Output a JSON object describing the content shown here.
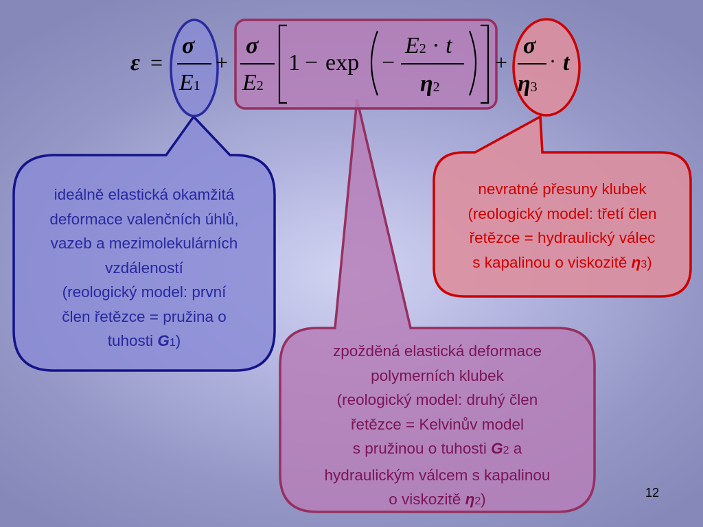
{
  "formula": {
    "epsilon": "ε",
    "equals": "=",
    "plus": "+",
    "sigma": "σ",
    "E": "E",
    "eta": "η",
    "one": "1",
    "minus": "−",
    "exp": "exp",
    "dot": "·",
    "t": "t",
    "sub1": "1",
    "sub2": "2",
    "sub3": "3",
    "bracket_left": "[",
    "bracket_right": "]",
    "paren_left": "(",
    "paren_right": ")"
  },
  "callouts": {
    "left": {
      "lines": [
        "ideálně elastická okamžitá",
        "deformace valenčních úhlů,",
        "vazeb a mezimolekulárních",
        "vzdáleností",
        "(reologický model: první",
        "člen řetězce = pružina o"
      ],
      "last_prefix": "tuhosti ",
      "symbol": "G",
      "symbol_sub": "1",
      "last_suffix": ")"
    },
    "right": {
      "lines": [
        "nevratné přesuny klubek",
        "(reologický model: třetí člen",
        "řetězce = hydraulický válec"
      ],
      "last_prefix": "s kapalinou o viskozitě ",
      "symbol": "η",
      "symbol_sub": "3",
      "last_suffix": ")"
    },
    "center": {
      "lines": [
        "zpožděná elastická deformace",
        "polymerních klubek",
        "(reologický model: druhý člen",
        "řetězce = Kelvinův model"
      ],
      "line5_prefix": "s pružinou o tuhosti ",
      "line5_symbol": "G",
      "line5_sub": "2",
      "line5_suffix": " a",
      "line6": "hydraulickým válcem s kapalinou",
      "last_prefix": "o viskozitě ",
      "symbol": "η",
      "symbol_sub": "2",
      "last_suffix": ")"
    }
  },
  "page_number": "12",
  "colors": {
    "blue_fill": "#8a8bd6",
    "blue_stroke": "#14148a",
    "blue_text": "#28289e",
    "red_fill": "#db8f9e",
    "red_stroke": "#cc0000",
    "red_text": "#cc0000",
    "purple_fill": "#b67fb8",
    "purple_stroke": "#96305f",
    "purple_text": "#7a1456"
  }
}
